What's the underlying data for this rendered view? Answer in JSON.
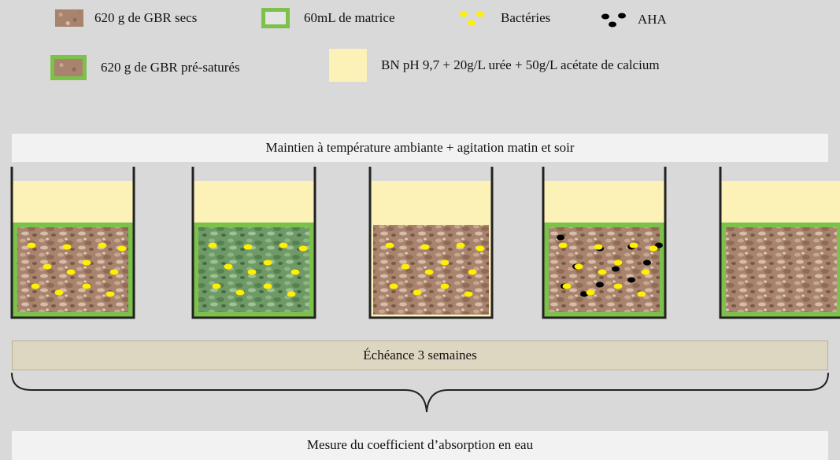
{
  "legend": {
    "gbr_dry": "620 g de GBR secs",
    "matrix": "60mL de matrice",
    "bacteria": "Bactéries",
    "aha": "AHA",
    "gbr_presat": "620 g de GBR pré-saturés",
    "solution": "BN pH 9,7 + 20g/L urée + 50g/L acétate de calcium"
  },
  "top_band": "Maintien à température ambiante + agitation matin et soir",
  "deadline_band": "Échéance 3 semaines",
  "bottom_band": "Mesure du coefficient d’absorption en eau",
  "colors": {
    "solution": "#fcf1b6",
    "matrix_border": "#7cc24a",
    "bacteria": "#ffef00",
    "aha": "#000000",
    "gravel": "#a8836d",
    "gravel_green": "#6f9a68"
  },
  "containers": [
    {
      "id": "c1",
      "gravel": "dry",
      "matrix_border": true,
      "bacteria": true,
      "aha": false
    },
    {
      "id": "c2",
      "gravel": "green",
      "matrix_border": true,
      "bacteria": true,
      "aha": false
    },
    {
      "id": "c3",
      "gravel": "dry",
      "matrix_border": false,
      "bacteria": true,
      "aha": false
    },
    {
      "id": "c4",
      "gravel": "dry",
      "matrix_border": true,
      "bacteria": true,
      "aha": true
    },
    {
      "id": "c5",
      "gravel": "dry",
      "matrix_border": true,
      "bacteria": false,
      "aha": false
    }
  ]
}
